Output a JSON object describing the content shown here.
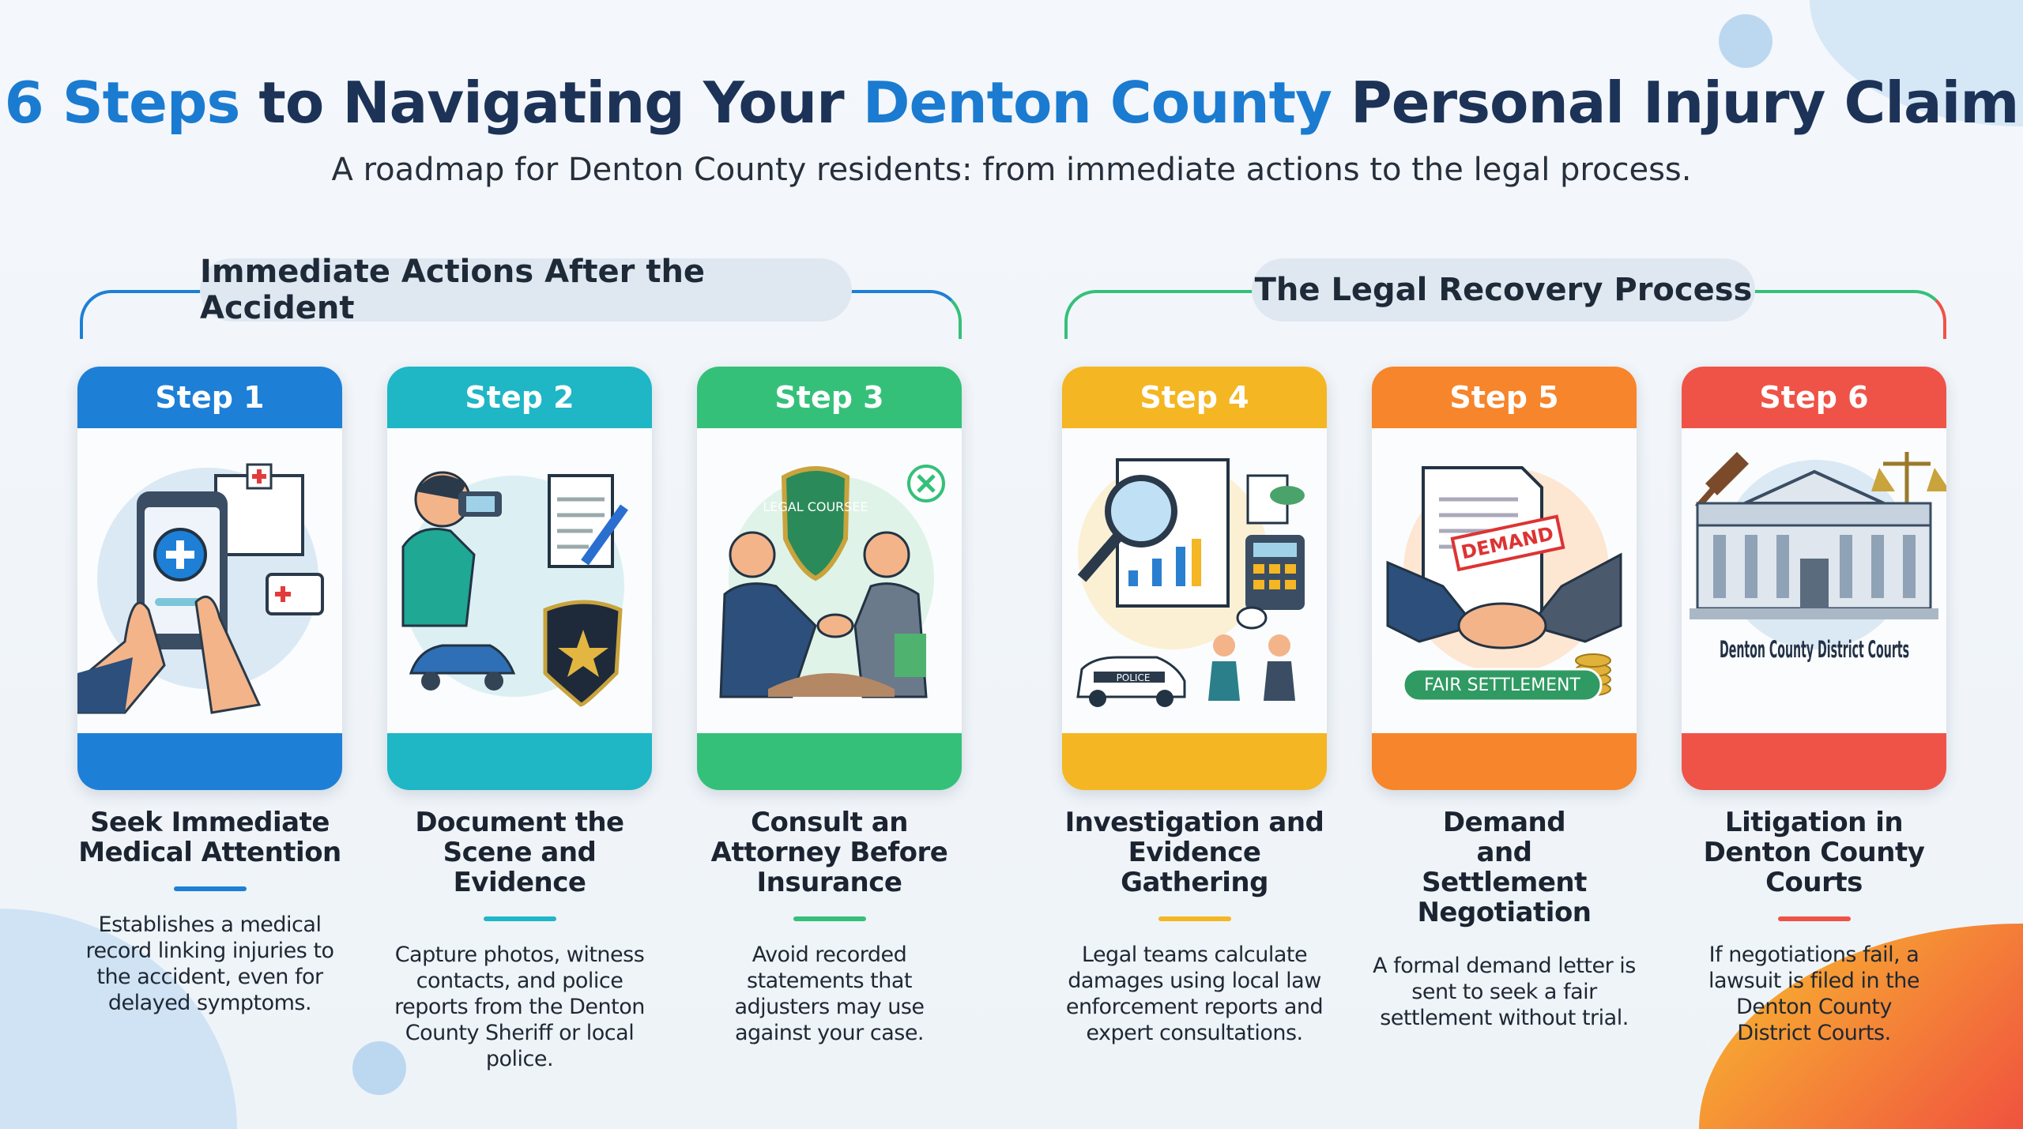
{
  "header": {
    "title_parts": [
      "6 Steps",
      " to Navigating Your ",
      "Denton County",
      " Personal Injury Claim"
    ],
    "subtitle": "A roadmap for Denton County residents: from immediate actions to the legal process."
  },
  "sections": [
    {
      "label": "Immediate Actions After the Accident"
    },
    {
      "label": "The Legal Recovery Process"
    }
  ],
  "steps": [
    {
      "label": "Step 1",
      "title": "Seek Immediate Medical Attention",
      "description": "Establishes a medical record linking injuries to the accident, even for delayed symptoms.",
      "color": "#1e7fd6",
      "icon": "phone-medical-hospital-ambulance"
    },
    {
      "label": "Step 2",
      "title": "Document the Scene and Evidence",
      "description": "Capture photos, witness contacts, and police reports from the Denton County Sheriff or local police.",
      "color": "#1fb6c6",
      "icon": "camera-notepad-car-badge"
    },
    {
      "label": "Step 3",
      "title": "Consult an Attorney Before Insurance",
      "description": "Avoid recorded statements that adjusters may use against your case.",
      "color": "#35c07a",
      "icon": "handshake-shield",
      "illustration_text": "LEGAL COURSEE"
    },
    {
      "label": "Step 4",
      "title": "Investigation and Evidence Gathering",
      "description": "Legal teams calculate damages using local law enforcement reports and expert consultations.",
      "color": "#f4b622",
      "icon": "magnifier-document-calculator-police",
      "illustration_text": "POLICE"
    },
    {
      "label": "Step 5",
      "title": "Demand and Settlement Negotiation",
      "description": "A formal demand letter is sent to seek a fair settlement without trial.",
      "color": "#f7852b",
      "icon": "handshake-demand-coins",
      "illustration_text": "DEMAND",
      "illustration_banner": "FAIR SETTLEMENT"
    },
    {
      "label": "Step 6",
      "title": "Litigation in Denton County Courts",
      "description": "If negotiations fail, a lawsuit is filed in the Denton County District Courts.",
      "color": "#ef5348",
      "icon": "courthouse-gavel-scales",
      "illustration_text": "Denton County District Courts"
    }
  ]
}
